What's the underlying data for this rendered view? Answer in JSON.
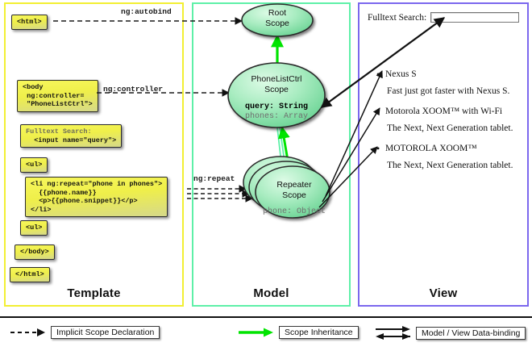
{
  "diagram": {
    "title": "AngularJS Template / Model / View data-binding diagram",
    "colors": {
      "template_border": "#f2ef33",
      "model_border": "#5ef0a8",
      "view_border": "#7b68ee",
      "scope_fill": "#7fe0a0",
      "inheritance_arrow": "#00e400",
      "code_box_fill": "#efef4a"
    }
  },
  "panels": {
    "template": {
      "label": "Template",
      "code_boxes": [
        {
          "id": "html-open",
          "text": "<html>"
        },
        {
          "id": "body-open",
          "line1": "<body",
          "line2": " ng:controller=",
          "line3": " \"PhoneListCtrl\">"
        },
        {
          "id": "search",
          "line1": "Fulltext Search:",
          "line2": "  <input name=\"query\">"
        },
        {
          "id": "ul-open",
          "text": "<ul>"
        },
        {
          "id": "li-repeat",
          "line1": "<li ng:repeat=\"phone in phones\">",
          "line2": "  {{phone.name}}",
          "line3": "  <p>{{phone.snippet}}</p>",
          "line4": "</li>"
        },
        {
          "id": "ul-close",
          "text": "<ul>"
        },
        {
          "id": "body-close",
          "text": "</body>"
        },
        {
          "id": "html-close",
          "text": "</html>"
        }
      ]
    },
    "model": {
      "label": "Model",
      "scopes": [
        {
          "id": "root",
          "line1": "Root",
          "line2": "Scope",
          "attrs": []
        },
        {
          "id": "phonelistctrl",
          "line1": "PhoneListCtrl",
          "line2": "Scope",
          "attrs": [
            {
              "text": "query: String",
              "style": "bold"
            },
            {
              "text": "phones: Array",
              "style": "grey"
            }
          ]
        },
        {
          "id": "repeater",
          "line1": "Repeater",
          "line2": "Scope",
          "attrs": [
            {
              "text": "phone: Object",
              "style": "grey"
            }
          ]
        }
      ]
    },
    "view": {
      "label": "View",
      "search_label": "Fulltext Search:",
      "search_value": "",
      "search_placeholder": "",
      "phones": [
        {
          "name": "Nexus S",
          "snippet": "Fast just got faster with Nexus S."
        },
        {
          "name": "Motorola XOOM™  with Wi-Fi",
          "snippet": "The Next, Next Generation tablet."
        },
        {
          "name": "MOTOROLA XOOM™",
          "snippet": "The Next, Next Generation tablet."
        }
      ]
    }
  },
  "edge_labels": {
    "autobind": "ng:autobind",
    "controller": "ng:controller",
    "repeat": "ng:repeat"
  },
  "legend": {
    "implicit": "Implicit Scope Declaration",
    "inheritance": "Scope Inheritance",
    "binding": "Model / View Data-binding"
  }
}
